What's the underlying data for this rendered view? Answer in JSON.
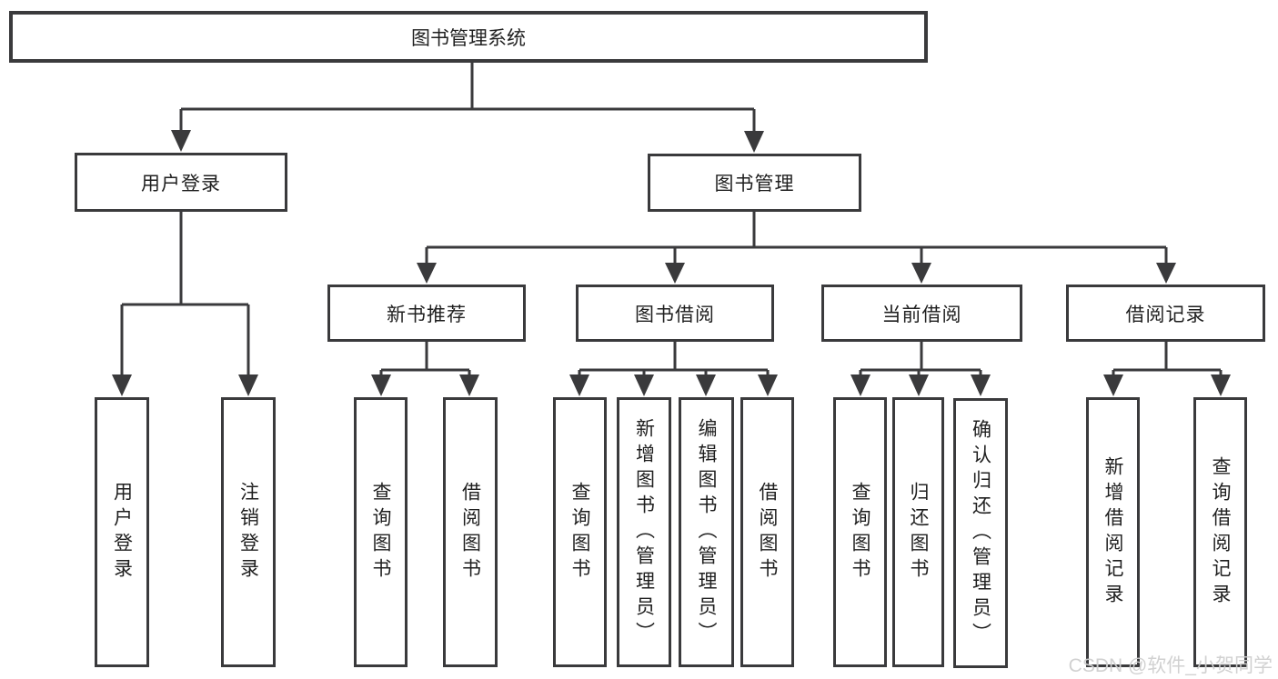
{
  "diagram": {
    "root_label": "图书管理系统",
    "branches": [
      {
        "label": "用户登录",
        "children": [
          {
            "label": "用户登录"
          },
          {
            "label": "注销登录"
          }
        ]
      },
      {
        "label": "图书管理",
        "children": [
          {
            "label": "新书推荐",
            "children": [
              {
                "label": "查询图书"
              },
              {
                "label": "借阅图书"
              }
            ]
          },
          {
            "label": "图书借阅",
            "children": [
              {
                "label": "查询图书"
              },
              {
                "label": "新增图书（管理员）"
              },
              {
                "label": "编辑图书（管理员）"
              },
              {
                "label": "借阅图书"
              }
            ]
          },
          {
            "label": "当前借阅",
            "children": [
              {
                "label": "查询图书"
              },
              {
                "label": "归还图书"
              },
              {
                "label": "确认归还（管理员）"
              }
            ]
          },
          {
            "label": "借阅记录",
            "children": [
              {
                "label": "新增借阅记录"
              },
              {
                "label": "查询借阅记录"
              }
            ]
          }
        ]
      }
    ]
  },
  "watermark": {
    "text": "CSDN @软件_小贺同学"
  },
  "colors": {
    "line": "#3a3a3c",
    "box_border": "#3a3a3c",
    "text": "#1f1f1f",
    "background": "#ffffff",
    "watermark": "#cfcfcf"
  }
}
